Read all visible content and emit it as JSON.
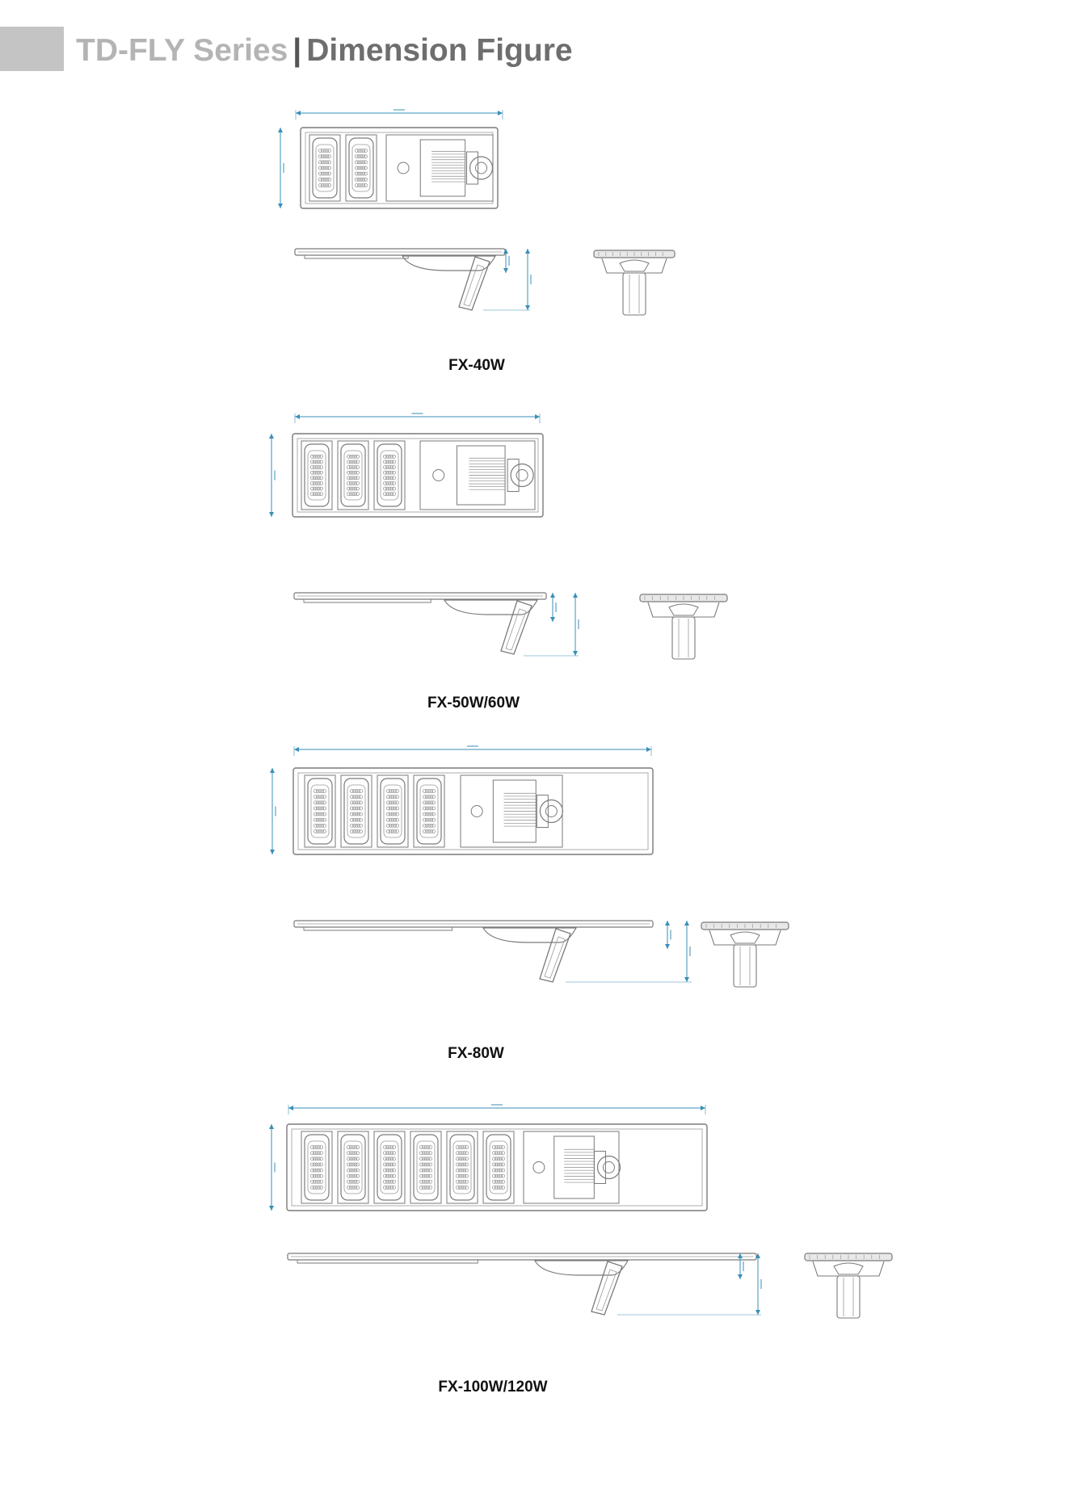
{
  "header": {
    "series": "TD-FLY Series",
    "separator": "|",
    "subtitle": "Dimension Figure"
  },
  "models": [
    {
      "id": "fx40",
      "label": "FX-40W",
      "modules": 2
    },
    {
      "id": "fx50",
      "label": "FX-50W/60W",
      "modules": 3
    },
    {
      "id": "fx80",
      "label": "FX-80W",
      "modules": 4
    },
    {
      "id": "fx100",
      "label": "FX-100W/120W",
      "modules": 6
    }
  ],
  "colors": {
    "header_block": "#c4c4c4",
    "series_text": "#b4b4b4",
    "subtitle_text": "#6e6e6e",
    "dimension_line": "#3a8fb7",
    "drawing_line": "#7a7a7a"
  }
}
